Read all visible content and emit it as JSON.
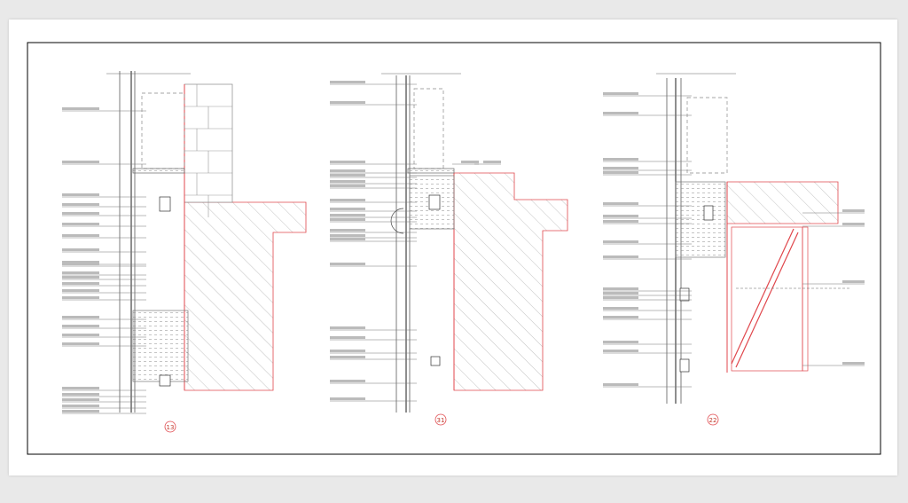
{
  "drawing": {
    "details": [
      {
        "id": "13"
      },
      {
        "id": "31"
      },
      {
        "id": "22"
      }
    ],
    "colors": {
      "frame": "#000000",
      "line": "#444444",
      "section": "#e0474c",
      "hatch": "#9a9a9a"
    }
  }
}
